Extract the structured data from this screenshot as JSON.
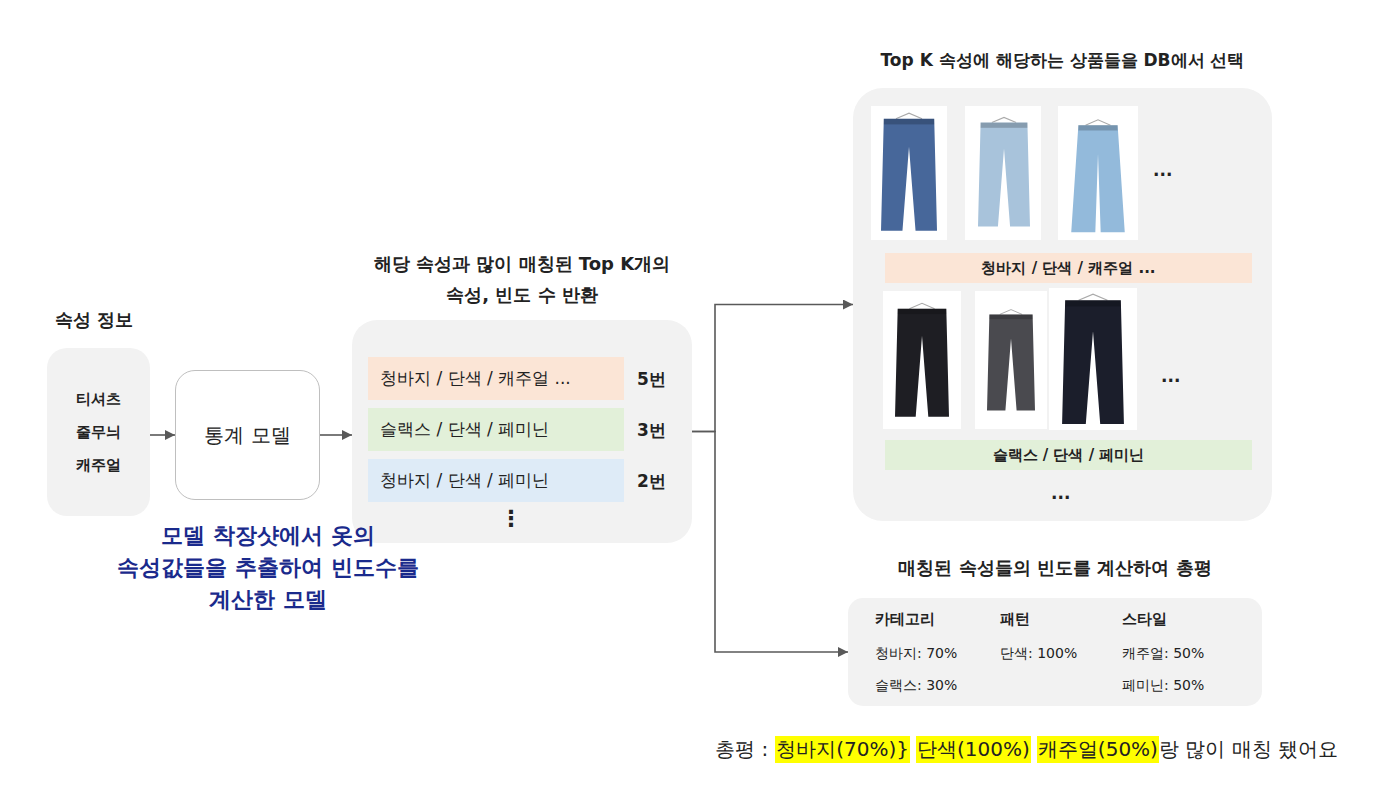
{
  "diagram": {
    "nodes": [
      {
        "text": [
          "속성 정보",
          "티셔츠",
          "줄무늬",
          "캐주얼"
        ]
      },
      {
        "text": [
          "통계 모델"
        ]
      },
      {
        "text": [
          "해당 속성과 많이 매칭된 Top K개의 속성, 빈도 수 반환"
        ]
      },
      {
        "text": [
          "청바지 / 단색 / 캐주얼 ..."
        ],
        "in": 2
      },
      {
        "text": [
          "슬랙스 / 단색 / 페미닌"
        ],
        "in": 2
      },
      {
        "text": [
          "청바지 / 단색 / 페미닌"
        ],
        "in": 2
      },
      {
        "text": [
          "Top K 속성에 해당하는 상품들을 DB에서 선택"
        ]
      },
      {
        "text": [
          "청바지 / 단색 / 캐주얼 ..."
        ],
        "in": 6
      },
      {
        "text": [
          "슬랙스 / 단색 / 페미닌"
        ],
        "in": 6
      },
      {
        "text": [
          "매칭된 속성들의 빈도를 계산하여 총평",
          "카테고리",
          "청바지: 70%",
          "슬랙스: 30%",
          "패턴",
          "단색: 100%",
          "스타일",
          "캐주얼: 50%",
          "페미닌: 50%"
        ]
      }
    ],
    "edges": [
      {
        "from": 0,
        "to": 1,
        "arrow": "to"
      },
      {
        "from": 1,
        "to": 2,
        "arrow": "to"
      },
      {
        "from": 2,
        "to": 6,
        "arrow": "to"
      },
      {
        "from": 2,
        "to": 9,
        "arrow": "to"
      }
    ],
    "labels": [
      "모델 착장샷에서 옷의 속성값들을 추출하여 빈도수를 계산한 모델",
      "5번",
      "3번",
      "2번",
      "⋮",
      "...",
      "...",
      "...",
      "총평 :",
      "청바지(70%)}",
      "단색(100%)",
      "캐주얼(50%)",
      "랑 많이 매칭 됐어요"
    ]
  }
}
